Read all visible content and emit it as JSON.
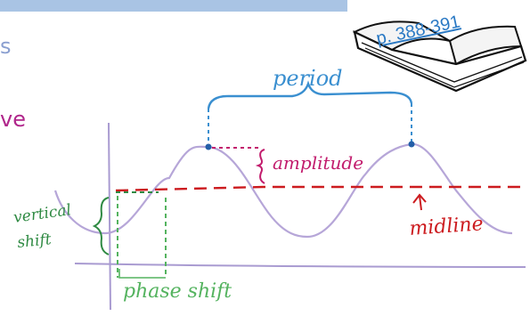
{
  "fragments": {
    "left_top": "s",
    "left_mid": "ve"
  },
  "labels": {
    "period": "period",
    "amplitude": "amplitude",
    "vertical": "vertical",
    "shift": "shift",
    "midline": "midline",
    "phase_shift": "phase shift",
    "page_ref": "p. 388-391"
  },
  "colors": {
    "curve": "#b6a6d8",
    "axis": "#a99bd1",
    "midline": "#cc1b1f",
    "period": "#3a8fd0",
    "amplitude": "#c21c6d",
    "vertical_shift": "#2f8a43",
    "phase_shift": "#54b35f",
    "page_ref": "#2a79c4",
    "topbar": "#a9c4e4"
  },
  "icons": {
    "book": "open-book-icon",
    "arrow": "up-arrow-icon"
  }
}
